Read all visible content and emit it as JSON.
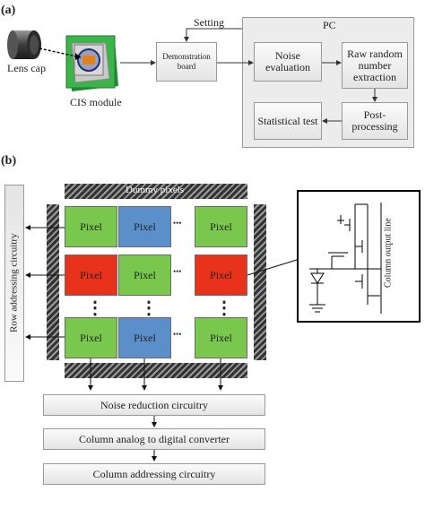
{
  "panel_a": {
    "label": "(a)",
    "lens_cap": "Lens cap",
    "cis_module": "CIS module",
    "setting": "Setting",
    "demo_board": "Demonstration board",
    "pc": "PC",
    "noise_evaluation": "Noise evaluation",
    "raw_random": "Raw random number extraction",
    "statistical_test": "Statistical test",
    "post_processing": "Post-processing"
  },
  "panel_b": {
    "label": "(b)",
    "dummy_pixels": "Dummy pixels",
    "row_addressing": "Row addressing circuitry",
    "pixel": "Pixel",
    "ellipsis_h": "•••",
    "ellipsis_v": "⋮",
    "column_output_line": "Column output line",
    "noise_reduction": "Noise reduction circuitry",
    "adc": "Column analog to digital converter",
    "column_addressing": "Column addressing circuitry"
  },
  "colors": {
    "pixel_green": "#79c84d",
    "pixel_blue": "#5b8fca",
    "pixel_red": "#e8321c",
    "module_green": "#3bb54a"
  }
}
